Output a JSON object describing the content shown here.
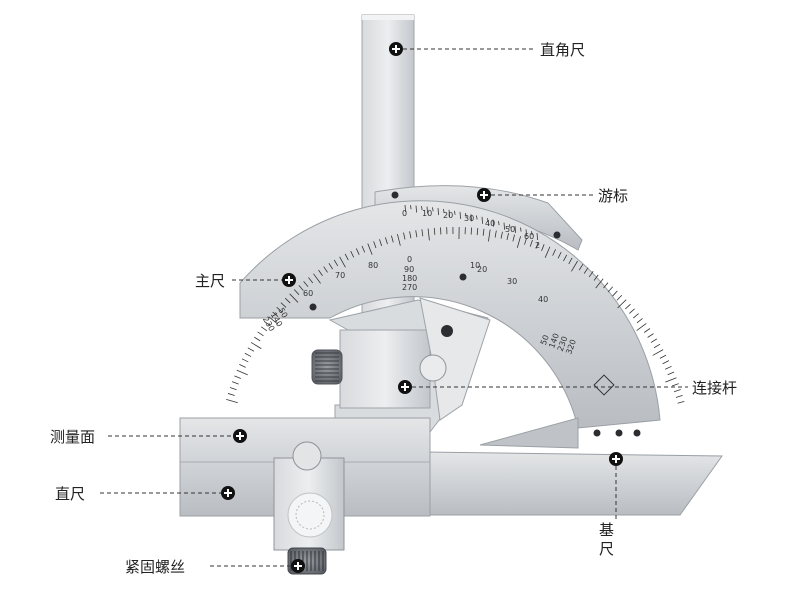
{
  "labels": {
    "square_ruler": "直角尺",
    "vernier": "游标",
    "main_scale": "主尺",
    "connecting_rod": "连接杆",
    "measuring_face": "测量面",
    "straight_ruler": "直尺",
    "base_ruler_line1": "基",
    "base_ruler_line2": "尺",
    "locking_screw": "紧固螺丝"
  },
  "main_scale": {
    "numbers": [
      "90",
      "80",
      "70",
      "60",
      "50",
      "40",
      "30",
      "20",
      "10",
      "0"
    ],
    "center_numbers": [
      "0",
      "90",
      "180",
      "270"
    ],
    "left_stack": [
      "50",
      "140",
      "230"
    ],
    "right_stack": [
      "50",
      "140",
      "230",
      "320"
    ]
  },
  "vernier_scale": {
    "numbers": [
      "0",
      "10",
      "20",
      "30",
      "40",
      "50",
      "60"
    ],
    "unit_mark": "2"
  },
  "colors": {
    "steel": "#c9ccd0",
    "steel_dark": "#9ea3a8",
    "marker": "#111111",
    "leader": "#333333"
  }
}
